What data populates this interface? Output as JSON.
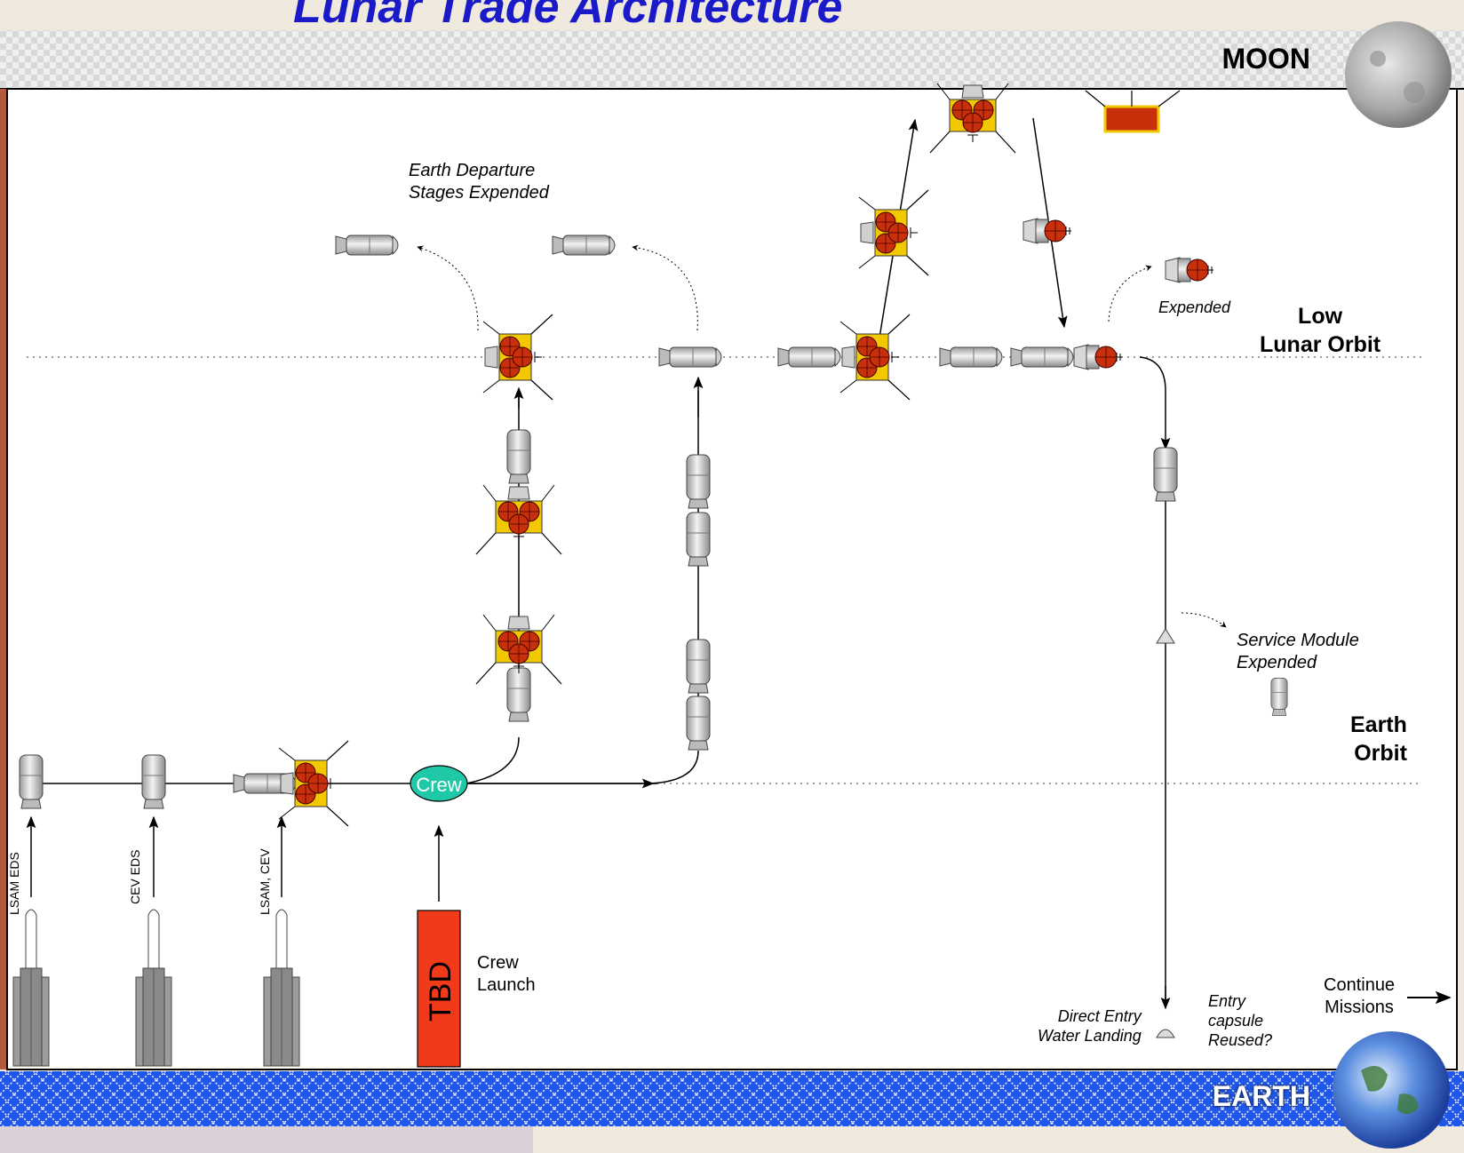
{
  "title": "Lunar Trade Architecture",
  "bodies": {
    "moon": "MOON",
    "earth": "EARTH"
  },
  "orbits": {
    "low_lunar": "Low\nLunar Orbit",
    "earth": "Earth\nOrbit"
  },
  "annotations": {
    "eds_expended": "Earth Departure\nStages Expended",
    "expended": "Expended",
    "sm_expended": "Service Module\nExpended",
    "direct_entry": "Direct Entry\nWater Landing",
    "capsule_reused": "Entry\ncapsule\nReused?",
    "continue": "Continue\nMissions",
    "crew_launch": "Crew\nLaunch",
    "crew_node": "Crew",
    "tbd": "TBD"
  },
  "launch_labels": [
    "LSAM EDS",
    "CEV EDS",
    "LSAM, CEV"
  ],
  "colors": {
    "title": "#1a1ac8",
    "tbd": "#f03a1a",
    "crew": "#1fc9a8",
    "earth_band": "#1f57e8",
    "lander": "#c8300c",
    "lander_frame": "#f2c800"
  }
}
